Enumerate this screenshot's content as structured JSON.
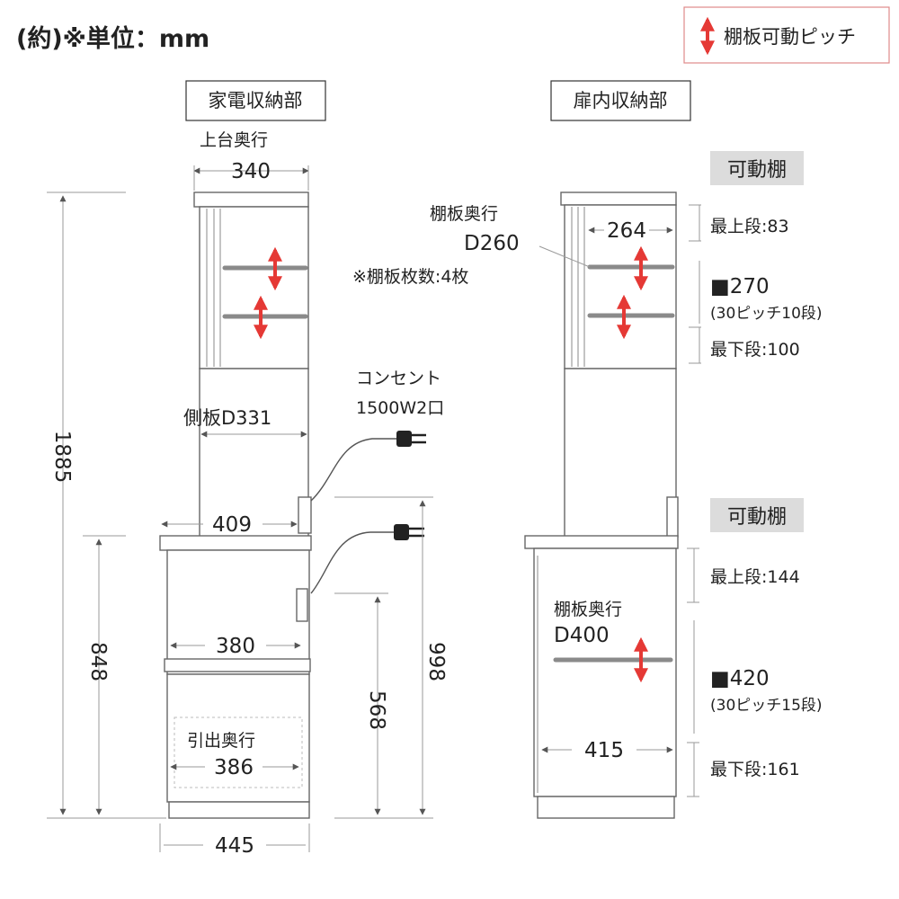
{
  "unit_label": "(約)※単位：mm",
  "legend": {
    "label": "棚板可動ピッチ",
    "accent_color": "#e53935",
    "icon": "double-arrow-icon"
  },
  "left_section": {
    "title": "家電収納部",
    "top_depth_label": "上台奥行",
    "top_depth": "340",
    "shelf_count_note": "※棚板枚数:4枚",
    "side_panel": "側板D331",
    "outlet_label": "コンセント",
    "outlet_spec": "1500W2口",
    "counter_depth": "409",
    "lower_inner_depth": "380",
    "drawer_label": "引出奥行",
    "drawer_depth": "386",
    "base_depth": "445",
    "total_height": "1885",
    "lower_height": "848",
    "height_998": "998",
    "height_568": "568"
  },
  "right_section": {
    "title": "扉内収納部",
    "upper_shelf_depth_label": "棚板奥行",
    "upper_shelf_depth": "D260",
    "upper_inner_width": "264",
    "lower_shelf_depth_label": "棚板奥行",
    "lower_shelf_depth": "D400",
    "lower_inner_width": "415",
    "upper_movable": {
      "title": "可動棚",
      "top": "最上段:83",
      "range": "■270",
      "pitch": "(30ピッチ10段)",
      "bottom": "最下段:100"
    },
    "lower_movable": {
      "title": "可動棚",
      "top": "最上段:144",
      "range": "■420",
      "pitch": "(30ピッチ15段)",
      "bottom": "最下段:161"
    }
  }
}
